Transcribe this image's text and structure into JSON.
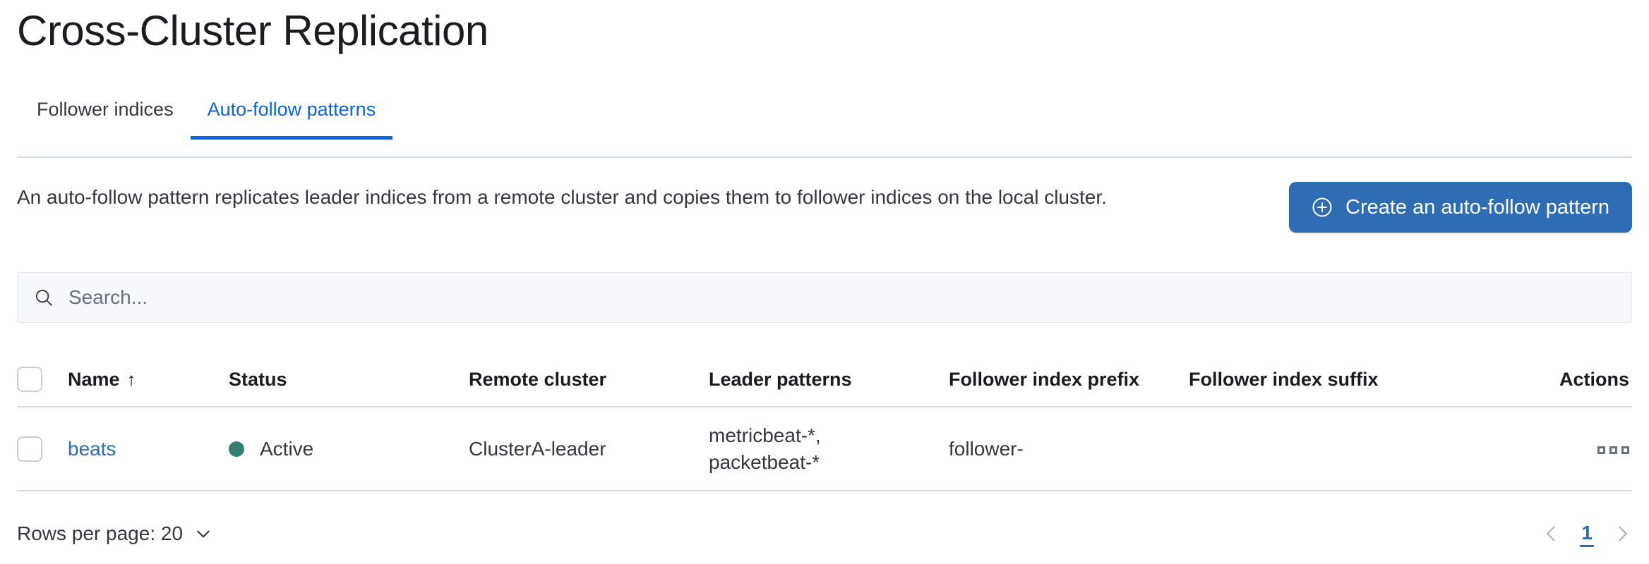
{
  "header": {
    "title": "Cross-Cluster Replication"
  },
  "tabs": [
    {
      "label": "Follower indices",
      "active": false
    },
    {
      "label": "Auto-follow patterns",
      "active": true
    }
  ],
  "intro": {
    "description": "An auto-follow pattern replicates leader indices from a remote cluster and copies them to follower indices on the local cluster.",
    "create_button_label": "Create an auto-follow pattern",
    "create_button_icon": "plus-in-circle-icon"
  },
  "search": {
    "placeholder": "Search...",
    "value": "",
    "icon": "search-icon"
  },
  "table": {
    "columns": [
      "Name",
      "Status",
      "Remote cluster",
      "Leader patterns",
      "Follower index prefix",
      "Follower index suffix",
      "Actions"
    ],
    "sort": {
      "column": "Name",
      "direction": "asc",
      "glyph": "↑"
    },
    "rows": [
      {
        "selected": false,
        "name": "beats",
        "status": "Active",
        "status_color": "#357f72",
        "remote_cluster": "ClusterA-leader",
        "leader_patterns": "metricbeat-*,\npacketbeat-*",
        "follower_index_prefix": "follower-",
        "follower_index_suffix": "",
        "actions_icon": "more-actions-icon"
      }
    ]
  },
  "footer": {
    "rows_per_page_label": "Rows per page: 20",
    "rows_per_page_icon": "chevron-down-icon",
    "pagination": {
      "prev_icon": "chevron-left-icon",
      "next_icon": "chevron-right-icon",
      "current_page": "1"
    }
  },
  "colors": {
    "accent": "#2e6cb4",
    "link": "#2e6cb4",
    "tab_active": "#0b64dd",
    "status_active": "#357f72",
    "border": "#d3dae6"
  }
}
